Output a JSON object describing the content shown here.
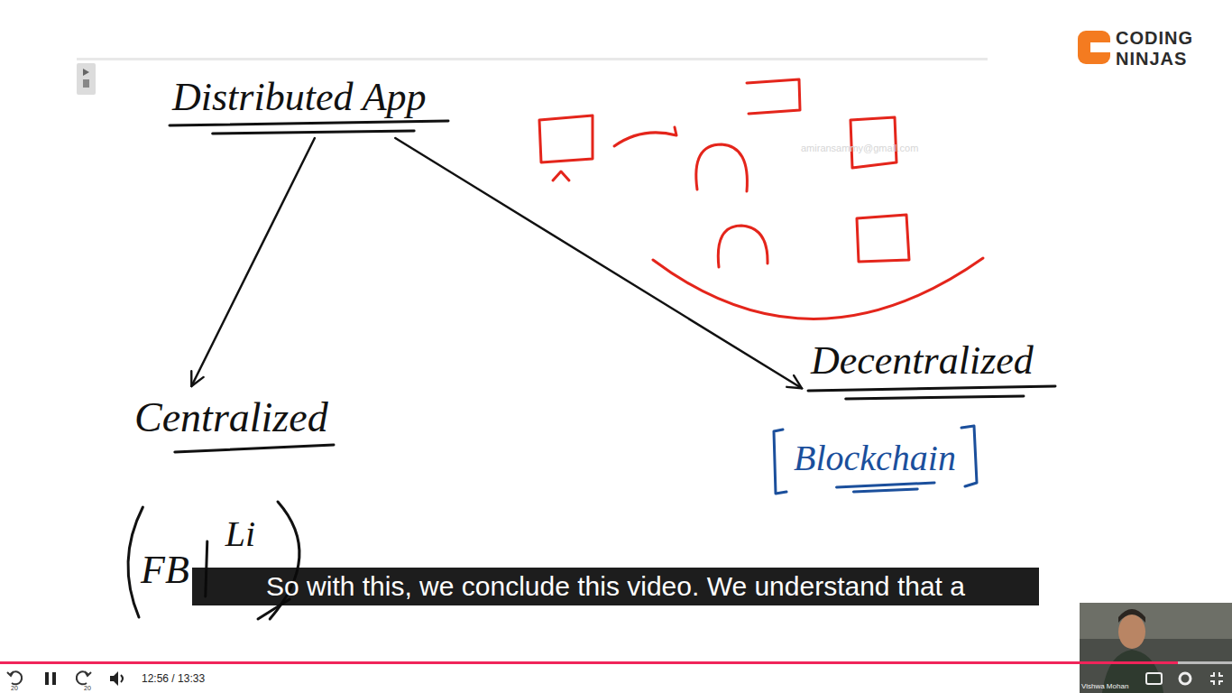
{
  "diagram": {
    "nodes": [
      {
        "text": [
          "Distributed App"
        ]
      },
      {
        "text": [
          "Centralized"
        ]
      },
      {
        "text": [
          "Decentralized"
        ]
      },
      {
        "text": [
          "Blockchain"
        ]
      },
      {
        "text": [
          "FB",
          "Li"
        ]
      }
    ],
    "edges": [
      {
        "from": 0,
        "to": 1,
        "arrow": "to"
      },
      {
        "from": 0,
        "to": 2,
        "arrow": "to"
      }
    ],
    "labels": [
      "CODING",
      "NINJAS",
      "amiransammy@gmail.com",
      "So with this, we conclude this video. We understand that a",
      "12:56 / 13:33",
      "20",
      "20",
      "Vishwa Mohan"
    ]
  }
}
